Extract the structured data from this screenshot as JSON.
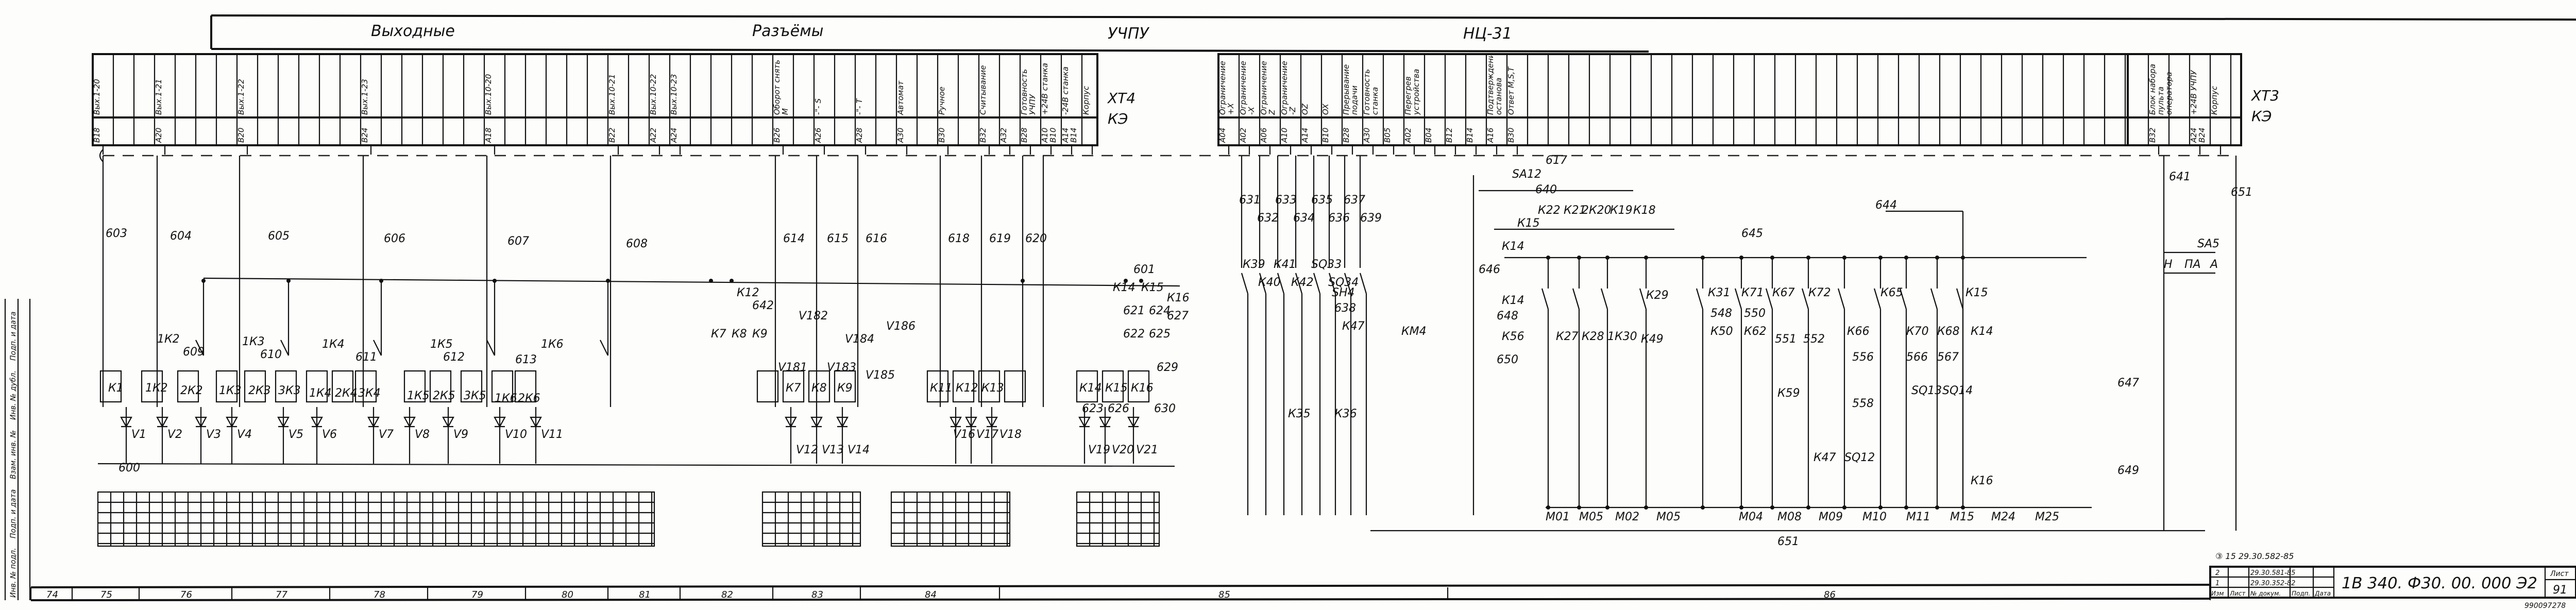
{
  "header": {
    "title_left": "Выходные",
    "title_mid": "Разъёмы",
    "title_device": "УЧПУ",
    "title_model": "НЦ-31"
  },
  "connector_xt4": {
    "name": "ХТ4",
    "sub": "КЭ",
    "columns": [
      {
        "signal": "Вых.1-20",
        "pin": "В18"
      },
      {
        "signal": "Вых.1-21",
        "pin": "А20"
      },
      {
        "signal": "Вых.1-22",
        "pin": "В20"
      },
      {
        "signal": "Вых.1-23",
        "pin": "В24"
      },
      {
        "signal": "Вых.10-20",
        "pin": "А18"
      },
      {
        "signal": "Вых.10-21",
        "pin": "В22"
      },
      {
        "signal": "Вых.10-22",
        "pin": "А22"
      },
      {
        "signal": "Вых.10-23",
        "pin": "А24"
      },
      {
        "signal": "Оборот снять М",
        "pin": "В26"
      },
      {
        "signal": "-\"- S",
        "pin": "А26"
      },
      {
        "signal": "-\"- T",
        "pin": "А28"
      },
      {
        "signal": "Автомат",
        "pin": "А30"
      },
      {
        "signal": "Ручное",
        "pin": "В30"
      },
      {
        "signal": "Считывание",
        "pin": "В32"
      },
      {
        "signal": "",
        "pin": "А32"
      },
      {
        "signal": "Готовность УЧПУ",
        "pin": "В28"
      },
      {
        "signal": "+24В станка",
        "pin": "А10 В10"
      },
      {
        "signal": "-24В станка",
        "pin": "А14 В14"
      },
      {
        "signal": "Корпус",
        "pin": ""
      }
    ]
  },
  "connector_mid": {
    "columns": [
      {
        "signal": "Ограничение +X",
        "pin": "А04"
      },
      {
        "signal": "Ограничение -X",
        "pin": "А02"
      },
      {
        "signal": "Ограничение Z",
        "pin": "А06"
      },
      {
        "signal": "Ограничение -Z",
        "pin": "А10"
      },
      {
        "signal": "OZ",
        "pin": "А14"
      },
      {
        "signal": "OX",
        "pin": "В10"
      },
      {
        "signal": "Прерывание подачи",
        "pin": "В28"
      },
      {
        "signal": "Готовность станка",
        "pin": "А30"
      },
      {
        "signal": "",
        "pin": "В05"
      },
      {
        "signal": "Перегрев устройства",
        "pin": "А02"
      },
      {
        "signal": "",
        "pin": "В04"
      },
      {
        "signal": "",
        "pin": "В12"
      },
      {
        "signal": "",
        "pin": "В14"
      },
      {
        "signal": "Подтверждение останова",
        "pin": "А16"
      },
      {
        "signal": "Ответ M,S,T",
        "pin": "В30"
      }
    ]
  },
  "connector_xt3": {
    "name": "ХТ3",
    "sub": "КЭ",
    "columns": [
      {
        "signal": "Блок набора пульта оператора",
        "pin": "В32"
      },
      {
        "signal": "+24В УЧПУ",
        "pin": "А24 В24"
      },
      {
        "signal": "Корпус",
        "pin": ""
      }
    ]
  },
  "wire_numbers": [
    "603",
    "604",
    "605",
    "606",
    "607",
    "608",
    "609",
    "610",
    "611",
    "612",
    "613",
    "600",
    "614",
    "615",
    "616",
    "618",
    "619",
    "620",
    "601",
    "642",
    "621",
    "624",
    "622",
    "625",
    "623",
    "626",
    "627",
    "629",
    "630",
    "617",
    "631",
    "632",
    "633",
    "634",
    "635",
    "636",
    "637",
    "639",
    "640",
    "641",
    "644",
    "645",
    "646",
    "648",
    "650",
    "651",
    "651",
    "649",
    "647",
    "638",
    "548",
    "550",
    "551",
    "552",
    "556",
    "558",
    "566",
    "567"
  ],
  "components": [
    "К1",
    "1К2",
    "2К2",
    "1К3",
    "2К3",
    "3К3",
    "1К4",
    "2К4",
    "3К4",
    "1К5",
    "2К5",
    "3К5",
    "1К6",
    "2К6",
    "1К2",
    "1К3",
    "1К4",
    "1К5",
    "1К6",
    "К12",
    "К7",
    "К8",
    "К9",
    "К7",
    "К8",
    "К9",
    "V181",
    "V182",
    "V183",
    "V184",
    "V185",
    "V186",
    "К14",
    "К15",
    "К16",
    "К11",
    "К12",
    "К13",
    "К14",
    "К15",
    "К16",
    "V1",
    "V2",
    "V3",
    "V4",
    "V5",
    "V6",
    "V7",
    "V8",
    "V9",
    "V10",
    "V11",
    "V12",
    "V13",
    "V14",
    "V16",
    "V17",
    "V18",
    "V19",
    "V20",
    "V21",
    "К39",
    "К40",
    "К41",
    "К42",
    "SQ33",
    "SQ34",
    "SA12",
    "К22",
    "К21",
    "2К20",
    "К19",
    "К18",
    "К15",
    "К14",
    "К14",
    "К56",
    "КМ4",
    "SH4",
    "К47",
    "К27",
    "К28",
    "1К30",
    "К29",
    "К49",
    "К31",
    "К50",
    "К71",
    "К62",
    "К67",
    "К59",
    "К72",
    "К47",
    "К66",
    "SQ12",
    "К65",
    "К70",
    "К68",
    "SQ13",
    "SQ14",
    "К15",
    "К14",
    "К16",
    "SA5",
    "Н",
    "ПА",
    "А",
    "К35",
    "К36"
  ],
  "motor_contacts": [
    "М01",
    "М05",
    "М02",
    "М05",
    "М04",
    "М08",
    "М09",
    "М10",
    "М11",
    "М15",
    "М24",
    "М25"
  ],
  "zones": [
    "74",
    "75",
    "76",
    "77",
    "78",
    "79",
    "80",
    "81",
    "82",
    "83",
    "84",
    "85",
    "86"
  ],
  "left_stamp": [
    "Инв. № подл.",
    "Подп. и дата",
    "Взам. инв. №",
    "Инв. № дубл.",
    "Подп. и дата"
  ],
  "title_block": {
    "doc_number": "1В 340. Ф30. 00. 000 Э2",
    "sheet_label": "Лист",
    "sheet": "91",
    "rev_note": "③ 15 29.30.582-85",
    "rev_rows": [
      {
        "izm": "2",
        "doc": "29.30.581-85"
      },
      {
        "izm": "1",
        "doc": "29.30.352-82"
      }
    ],
    "headers": [
      "Изм",
      "Лист",
      "№ докум.",
      "Подп.",
      "Дата"
    ],
    "footer": "990097278"
  }
}
